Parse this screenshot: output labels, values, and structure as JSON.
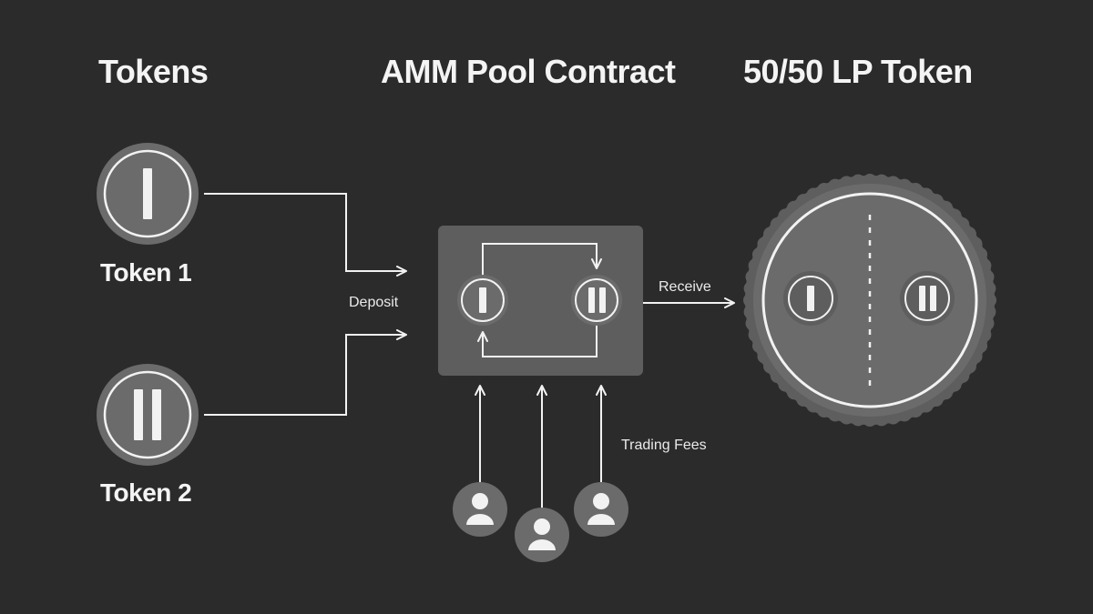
{
  "headings": {
    "tokens": "Tokens",
    "pool": "AMM Pool Contract",
    "lp_token": "50/50 LP Token"
  },
  "tokens": [
    {
      "label": "Token 1",
      "symbol": "I"
    },
    {
      "label": "Token 2",
      "symbol": "II"
    }
  ],
  "edges": {
    "deposit": "Deposit",
    "receive": "Receive",
    "trading_fees": "Trading Fees"
  },
  "pool": {
    "symbols": [
      "I",
      "II"
    ]
  },
  "lp_token": {
    "symbols": [
      "I",
      "II"
    ]
  },
  "users": [
    {
      "icon": "user-icon"
    },
    {
      "icon": "user-icon"
    },
    {
      "icon": "user-icon"
    }
  ],
  "colors": {
    "background": "#2b2b2b",
    "coin_fill": "#6b6b6b",
    "pool_box": "#5e5e5e",
    "line": "#f2f2f2",
    "text": "#f4f4f4"
  }
}
